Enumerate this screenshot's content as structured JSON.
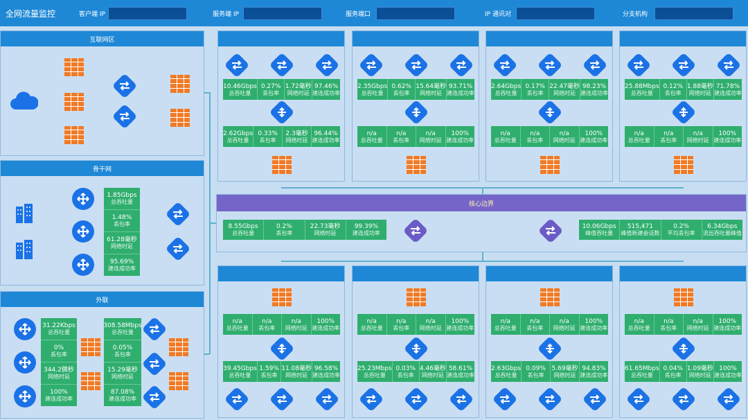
{
  "header": {
    "title": "全网流量监控",
    "filters": [
      {
        "label": "客户端 IP",
        "value": ""
      },
      {
        "label": "服务端 IP",
        "value": ""
      },
      {
        "label": "服务端口",
        "value": ""
      },
      {
        "label": "IP 通讯对",
        "value": ""
      },
      {
        "label": "分支机构",
        "value": ""
      }
    ]
  },
  "left": {
    "internet": {
      "title": "互联网区"
    },
    "backbone": {
      "title": "骨干网",
      "metrics": [
        {
          "v": "1.85Gbps",
          "l": "总吞吐量"
        },
        {
          "v": "1.48%",
          "l": "丢包率"
        },
        {
          "v": "61.28毫秒",
          "l": "网络时延"
        },
        {
          "v": "95.69%",
          "l": "建连成功率"
        }
      ]
    },
    "external": {
      "title": "外联",
      "left_metrics": [
        {
          "v": "31.22Kbps",
          "l": "总吞吐量"
        },
        {
          "v": "0%",
          "l": "丢包率"
        },
        {
          "v": "344.2微秒",
          "l": "网络时延"
        },
        {
          "v": "100%",
          "l": "建连成功率"
        }
      ],
      "right_metrics": [
        {
          "v": "308.58Mbps",
          "l": "总吞吐量"
        },
        {
          "v": "0.05%",
          "l": "丢包率"
        },
        {
          "v": "15.29毫秒",
          "l": "网络时延"
        },
        {
          "v": "87.08%",
          "l": "建连成功率"
        }
      ]
    }
  },
  "core": {
    "title": "核心边界",
    "left": [
      {
        "v": "8.55Gbps",
        "l": "总吞吐量"
      },
      {
        "v": "0.2%",
        "l": "丢包率"
      },
      {
        "v": "22.73毫秒",
        "l": "网络时延"
      },
      {
        "v": "99.39%",
        "l": "建连成功率"
      }
    ],
    "right": [
      {
        "v": "10.06Gbps",
        "l": "峰值吞吐量"
      },
      {
        "v": "515,471",
        "l": "峰值新建会话数"
      },
      {
        "v": "0.2%",
        "l": "平均丢包率"
      },
      {
        "v": "6.34Gbps",
        "l": "流出吞吐量峰值"
      }
    ]
  },
  "top_panels": [
    {
      "a": [
        {
          "v": "10.46Gbps",
          "l": "总吞吐量"
        },
        {
          "v": "0.27%",
          "l": "丢包率"
        },
        {
          "v": "1.72毫秒",
          "l": "网络时延"
        },
        {
          "v": "97.46%",
          "l": "建连成功率"
        }
      ],
      "b": [
        {
          "v": "2.62Gbps",
          "l": "总吞吐量"
        },
        {
          "v": "0.33%",
          "l": "丢包率"
        },
        {
          "v": "2.3毫秒",
          "l": "网络时延"
        },
        {
          "v": "96.44%",
          "l": "建连成功率"
        }
      ]
    },
    {
      "a": [
        {
          "v": "2.35Gbps",
          "l": "总吞吐量"
        },
        {
          "v": "0.62%",
          "l": "丢包率"
        },
        {
          "v": "15.64毫秒",
          "l": "网络时延"
        },
        {
          "v": "93.71%",
          "l": "建连成功率"
        }
      ],
      "b": [
        {
          "v": "n/a",
          "l": "总吞吐量"
        },
        {
          "v": "n/a",
          "l": "丢包率"
        },
        {
          "v": "n/a",
          "l": "网络时延"
        },
        {
          "v": "100%",
          "l": "建连成功率"
        }
      ]
    },
    {
      "a": [
        {
          "v": "2.64Gbps",
          "l": "总吞吐量"
        },
        {
          "v": "0.17%",
          "l": "丢包率"
        },
        {
          "v": "22.47毫秒",
          "l": "网络时延"
        },
        {
          "v": "98.23%",
          "l": "建连成功率"
        }
      ],
      "b": [
        {
          "v": "n/a",
          "l": "总吞吐量"
        },
        {
          "v": "n/a",
          "l": "丢包率"
        },
        {
          "v": "n/a",
          "l": "网络时延"
        },
        {
          "v": "100%",
          "l": "建连成功率"
        }
      ]
    },
    {
      "a": [
        {
          "v": "25.88Mbps",
          "l": "总吞吐量"
        },
        {
          "v": "0.12%",
          "l": "丢包率"
        },
        {
          "v": "1.88毫秒",
          "l": "网络时延"
        },
        {
          "v": "71.78%",
          "l": "建连成功率"
        }
      ],
      "b": [
        {
          "v": "n/a",
          "l": "总吞吐量"
        },
        {
          "v": "n/a",
          "l": "丢包率"
        },
        {
          "v": "n/a",
          "l": "网络时延"
        },
        {
          "v": "100%",
          "l": "建连成功率"
        }
      ]
    }
  ],
  "bottom_panels": [
    {
      "a": [
        {
          "v": "n/a",
          "l": "总吞吐量"
        },
        {
          "v": "n/a",
          "l": "丢包率"
        },
        {
          "v": "n/a",
          "l": "网络时延"
        },
        {
          "v": "100%",
          "l": "建连成功率"
        }
      ],
      "b": [
        {
          "v": "39.45Gbps",
          "l": "总吞吐量"
        },
        {
          "v": "1.59%",
          "l": "丢包率"
        },
        {
          "v": "11.08毫秒",
          "l": "网络时延"
        },
        {
          "v": "96.58%",
          "l": "建连成功率"
        }
      ]
    },
    {
      "a": [
        {
          "v": "n/a",
          "l": "总吞吐量"
        },
        {
          "v": "n/a",
          "l": "丢包率"
        },
        {
          "v": "n/a",
          "l": "网络时延"
        },
        {
          "v": "100%",
          "l": "建连成功率"
        }
      ],
      "b": [
        {
          "v": "25.23Mbps",
          "l": "总吞吐量"
        },
        {
          "v": "0.03%",
          "l": "丢包率"
        },
        {
          "v": "4.46毫秒",
          "l": "网络时延"
        },
        {
          "v": "58.61%",
          "l": "建连成功率"
        }
      ]
    },
    {
      "a": [
        {
          "v": "n/a",
          "l": "总吞吐量"
        },
        {
          "v": "n/a",
          "l": "丢包率"
        },
        {
          "v": "n/a",
          "l": "网络时延"
        },
        {
          "v": "100%",
          "l": "建连成功率"
        }
      ],
      "b": [
        {
          "v": "2.63Gbps",
          "l": "总吞吐量"
        },
        {
          "v": "0.09%",
          "l": "丢包率"
        },
        {
          "v": "5.69毫秒",
          "l": "网络时延"
        },
        {
          "v": "94.83%",
          "l": "建连成功率"
        }
      ]
    },
    {
      "a": [
        {
          "v": "n/a",
          "l": "总吞吐量"
        },
        {
          "v": "n/a",
          "l": "丢包率"
        },
        {
          "v": "n/a",
          "l": "网络时延"
        },
        {
          "v": "100%",
          "l": "建连成功率"
        }
      ],
      "b": [
        {
          "v": "61.65Mbps",
          "l": "总吞吐量"
        },
        {
          "v": "0.04%",
          "l": "丢包率"
        },
        {
          "v": "1.09毫秒",
          "l": "网络时延"
        },
        {
          "v": "100%",
          "l": "建连成功率"
        }
      ]
    }
  ],
  "colors": {
    "header": "#1e88d6",
    "metric": "#2fae6e",
    "core_header": "#7565c9",
    "icon": "#1b72e6",
    "firewall": "#f07a26"
  }
}
